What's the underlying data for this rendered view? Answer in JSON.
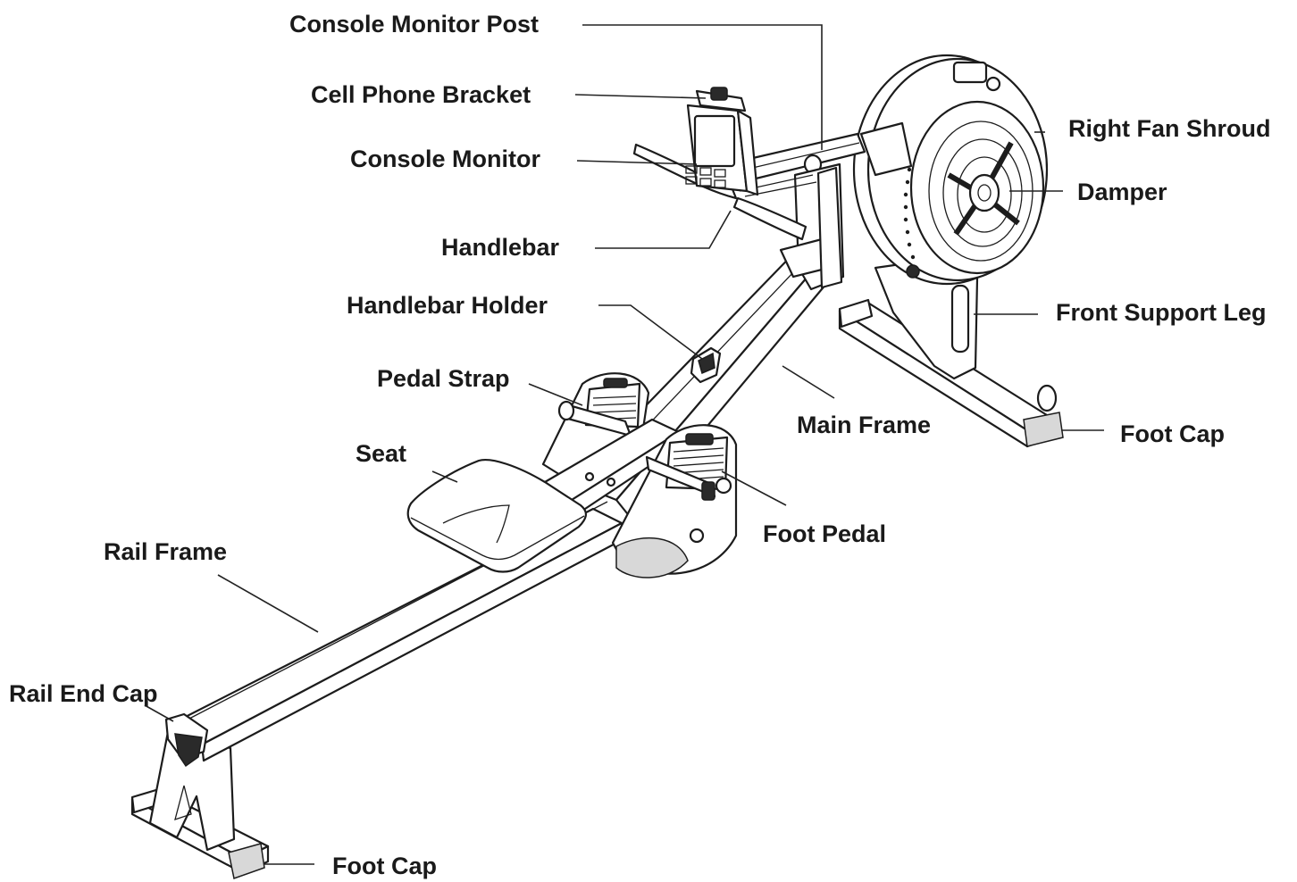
{
  "labels": {
    "console_monitor_post": "Console Monitor Post",
    "cell_phone_bracket": "Cell Phone Bracket",
    "console_monitor": "Console Monitor",
    "handlebar": "Handlebar",
    "handlebar_holder": "Handlebar Holder",
    "pedal_strap": "Pedal Strap",
    "seat": "Seat",
    "rail_frame": "Rail Frame",
    "rail_end_cap": "Rail End Cap",
    "foot_cap_rear": "Foot Cap",
    "right_fan_shroud": "Right Fan Shroud",
    "damper": "Damper",
    "front_support_leg": "Front Support Leg",
    "main_frame": "Main Frame",
    "foot_cap_front": "Foot Cap",
    "foot_pedal": "Foot Pedal"
  }
}
